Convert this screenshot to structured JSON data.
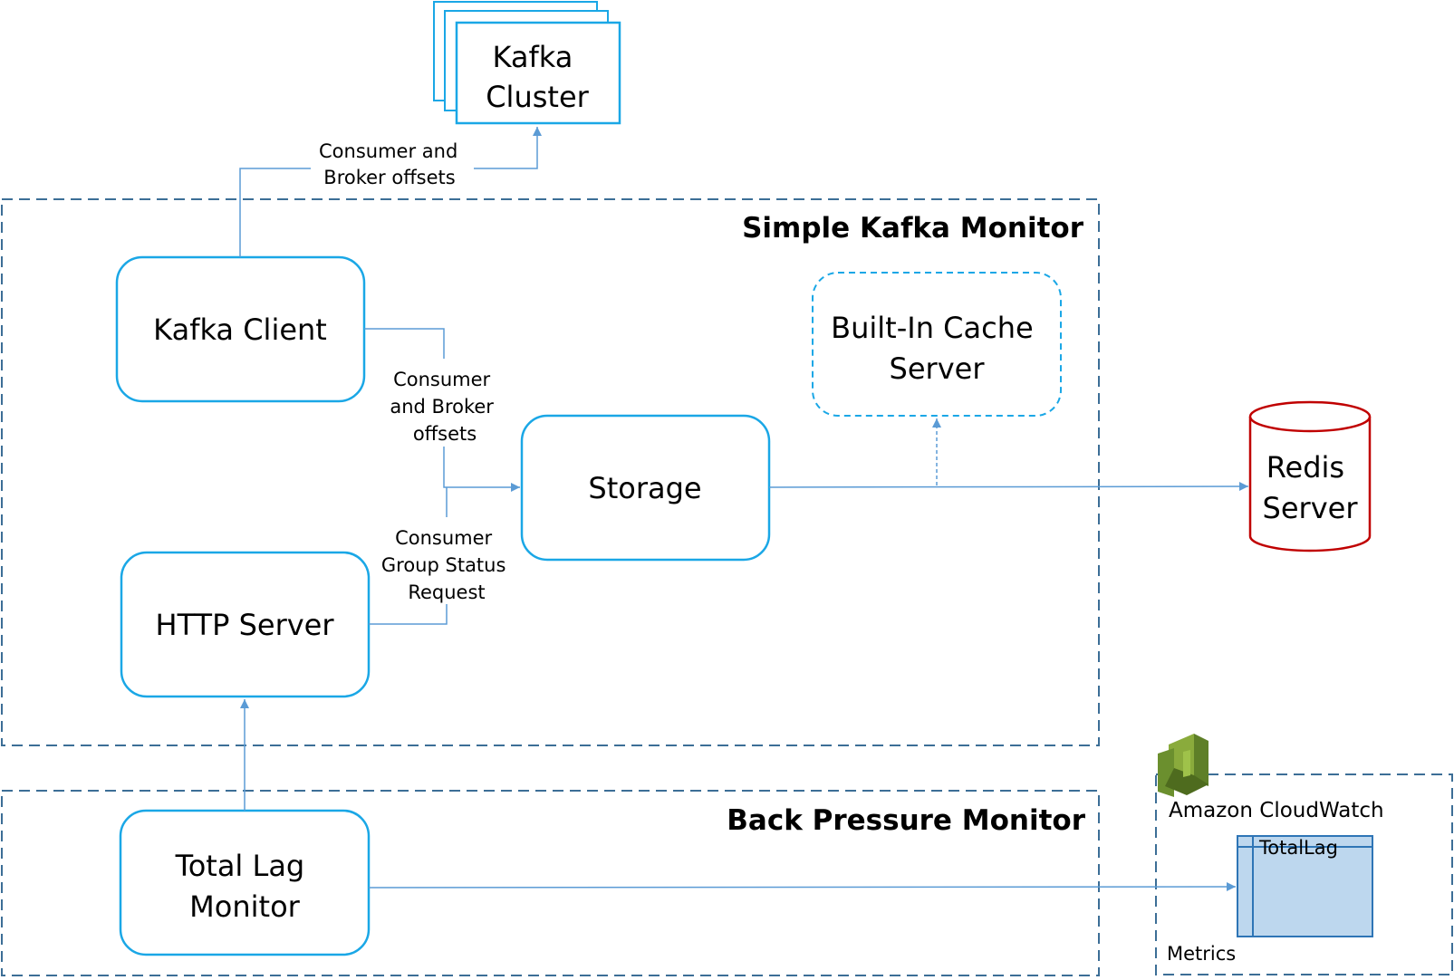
{
  "colors": {
    "node_border": "#1aa7e6",
    "group_border": "#3c6e96",
    "edge": "#5b9bd5",
    "redis": "#c00000",
    "cloudwatch_metric_fill": "#bdd7ee",
    "cloudwatch_metric_border": "#2e75b6",
    "cloudwatch_icon": "#6b8f2e"
  },
  "groups": {
    "simple_kafka_monitor": "Simple Kafka Monitor",
    "back_pressure_monitor": "Back Pressure Monitor"
  },
  "nodes": {
    "kafka_cluster": [
      "Kafka",
      "Cluster"
    ],
    "kafka_client": "Kafka Client",
    "http_server": "HTTP Server",
    "storage": "Storage",
    "builtin_cache": [
      "Built-In Cache",
      "Server"
    ],
    "redis": [
      "Redis",
      "Server"
    ],
    "total_lag_monitor": [
      "Total Lag",
      "Monitor"
    ]
  },
  "edge_labels": {
    "client_to_cluster": [
      "Consumer and",
      "Broker offsets"
    ],
    "client_to_storage": [
      "Consumer",
      "and Broker",
      "offsets"
    ],
    "http_to_storage": [
      "Consumer",
      "Group Status",
      "Request"
    ]
  },
  "cloudwatch": {
    "title": "Amazon CloudWatch",
    "metric": "TotalLag",
    "footer": "Metrics",
    "icon": "cloudwatch-icon"
  }
}
